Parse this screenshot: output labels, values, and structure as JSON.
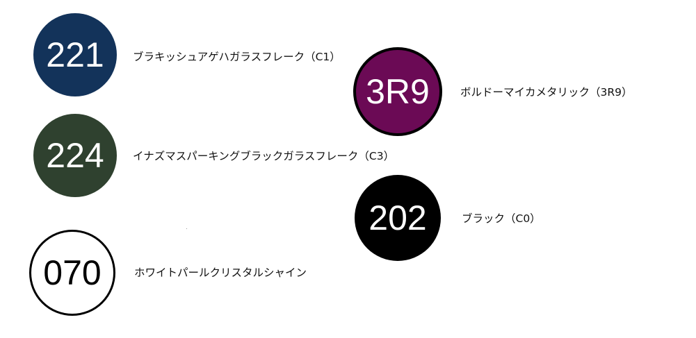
{
  "swatches": [
    {
      "id": "c221",
      "code": "221",
      "label": "ブラキッシュアゲハガラスフレーク（C1）",
      "color": "#13335a",
      "text_color": "#ffffff"
    },
    {
      "id": "c224",
      "code": "224",
      "label": "イナズマスパーキングブラックガラスフレーク（C3）",
      "color": "#2f412f",
      "text_color": "#ffffff"
    },
    {
      "id": "c070",
      "code": "070",
      "label": "ホワイトパールクリスタルシャイン",
      "color": "#ffffff",
      "text_color": "#000000",
      "outline": "#000000"
    },
    {
      "id": "c3r9",
      "code": "3R9",
      "label": "ボルドーマイカメタリック（3R9）",
      "color": "#6b0a55",
      "text_color": "#ffffff",
      "outline": "#000000"
    },
    {
      "id": "c202",
      "code": "202",
      "label": "ブラック（C0）",
      "color": "#000000",
      "text_color": "#ffffff"
    }
  ]
}
